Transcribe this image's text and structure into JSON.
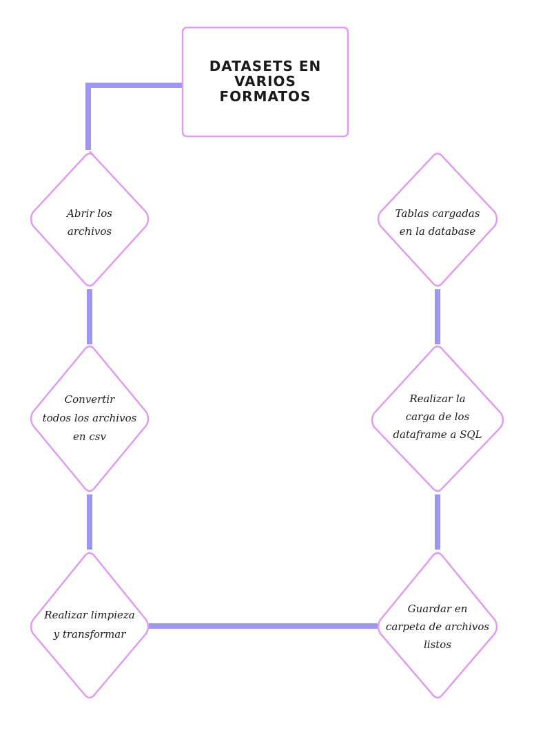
{
  "title_box": {
    "lines": [
      "DATASETS EN",
      "VARIOS",
      "FORMATOS"
    ]
  },
  "steps": [
    {
      "id": "abrir",
      "lines": [
        "Abrir los",
        "archivos"
      ]
    },
    {
      "id": "convertir",
      "lines": [
        "Convertir",
        "todos los archivos",
        "en csv"
      ]
    },
    {
      "id": "limpieza",
      "lines": [
        "Realizar limpieza",
        "y transformar"
      ]
    },
    {
      "id": "guardar",
      "lines": [
        "Guardar en",
        "carpeta de archivos",
        "listos"
      ]
    },
    {
      "id": "carga",
      "lines": [
        "Realizar la",
        "carga de los",
        "dataframe a SQL"
      ]
    },
    {
      "id": "tablas",
      "lines": [
        "Tablas cargadas",
        "en la database"
      ]
    }
  ],
  "colors": {
    "connector": "#9e97f2",
    "border": "#df9cf0",
    "text": "#1a1a1a"
  }
}
